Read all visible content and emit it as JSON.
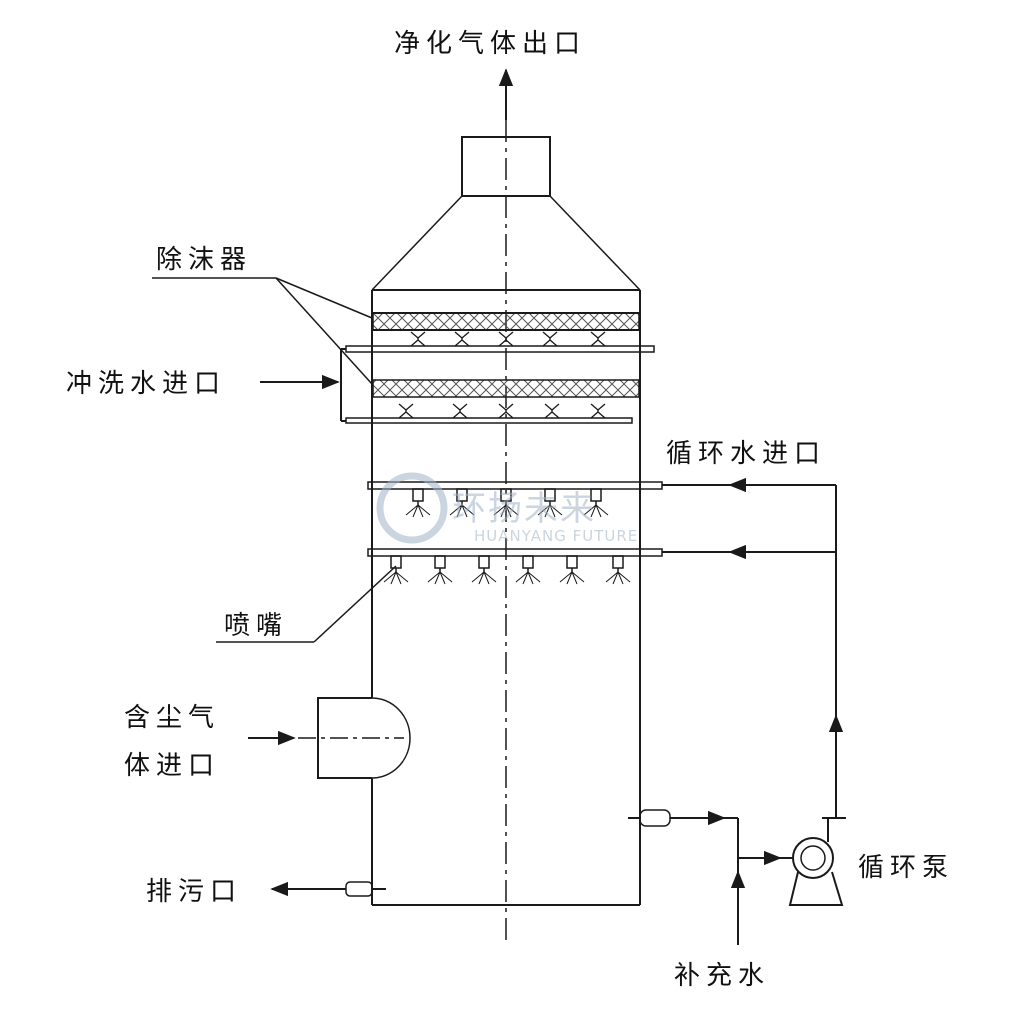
{
  "labels": {
    "outlet": "净化气体出口",
    "demister": "除沫器",
    "wash_inlet": "冲洗水进口",
    "circ_inlet": "循环水进口",
    "nozzle": "喷嘴",
    "dust_inlet_line1": "含尘气",
    "dust_inlet_line2": "体进口",
    "drain": "排污口",
    "pump": "循环泵",
    "makeup": "补充水"
  },
  "watermark": {
    "text": "环扬未来",
    "subtext": "HUANYANG FUTURE"
  },
  "colors": {
    "line": "#1a1a1a",
    "mesh": "#555555",
    "watermark": "#9fb3c8"
  }
}
